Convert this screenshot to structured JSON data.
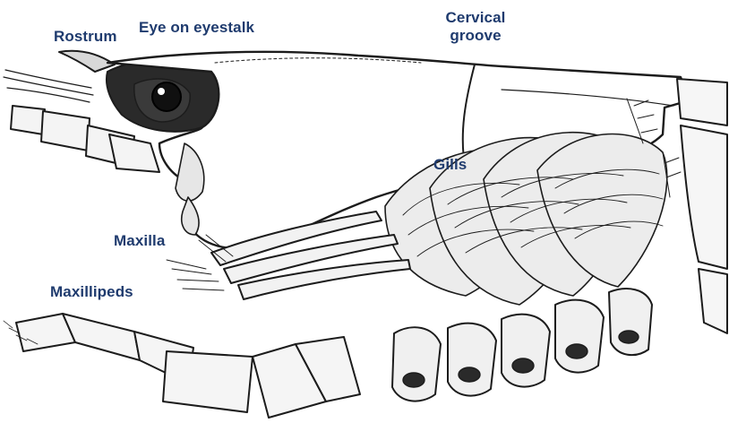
{
  "colors": {
    "label": "#1F3B6E",
    "ink": "#1c1c1c",
    "paper": "#ffffff"
  },
  "labels": {
    "rostrum": "Rostrum",
    "eye": "Eye on eyestalk",
    "cervical_line1": "Cervical",
    "cervical_line2": "groove",
    "gills": "Gills",
    "maxilla": "Maxilla",
    "maxillipeds": "Maxillipeds"
  }
}
